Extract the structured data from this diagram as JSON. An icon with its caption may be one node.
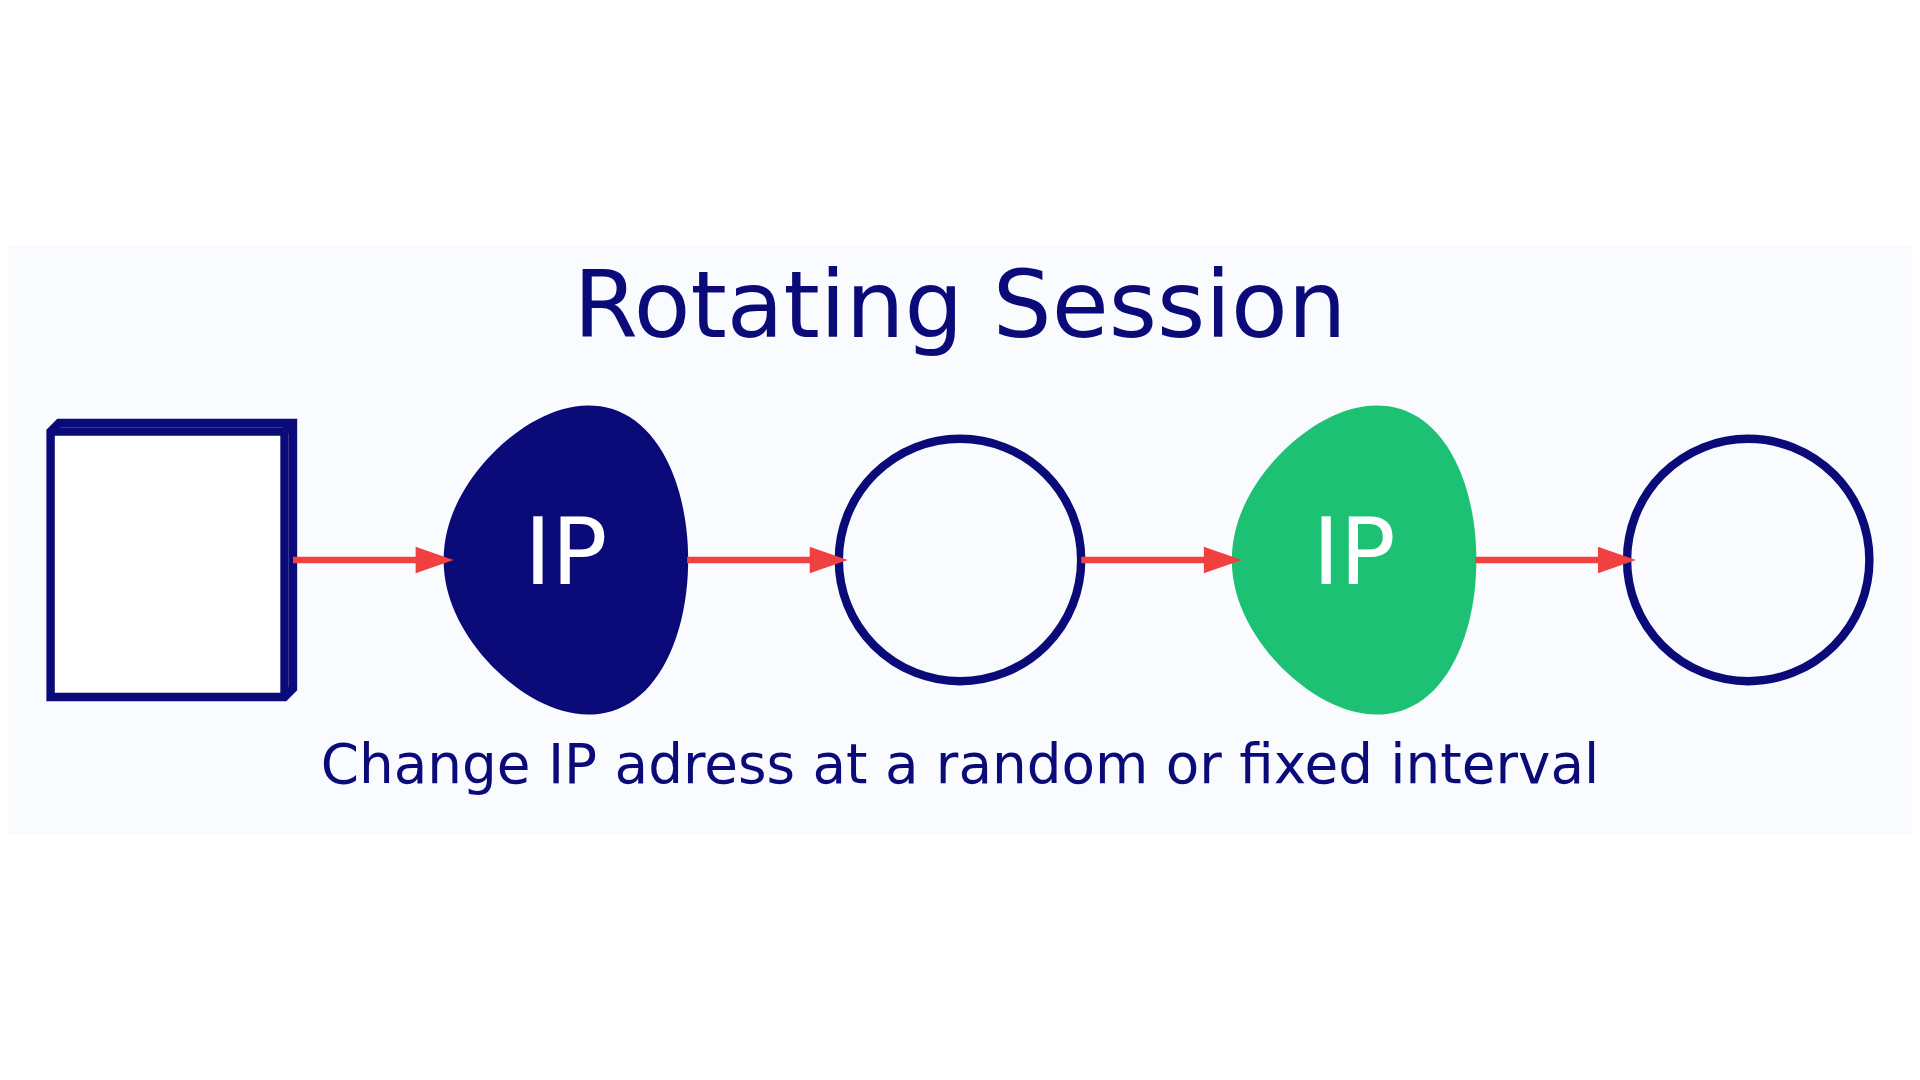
{
  "diagram": {
    "title": "Rotating Session",
    "caption": "Change IP adress at a random or fixed interval",
    "nodes": [
      {
        "text": [],
        "shape": "picture"
      },
      {
        "text": [
          "IP"
        ]
      },
      {
        "text": [],
        "shape": "circle"
      },
      {
        "text": [
          "IP"
        ]
      },
      {
        "text": [],
        "shape": "circle"
      }
    ],
    "edges": [
      {
        "from": 0,
        "to": 1,
        "arrow": "to"
      },
      {
        "from": 1,
        "to": 2,
        "arrow": "to"
      },
      {
        "from": 2,
        "to": 3,
        "arrow": "to"
      },
      {
        "from": 3,
        "to": 4,
        "arrow": "to"
      }
    ]
  }
}
